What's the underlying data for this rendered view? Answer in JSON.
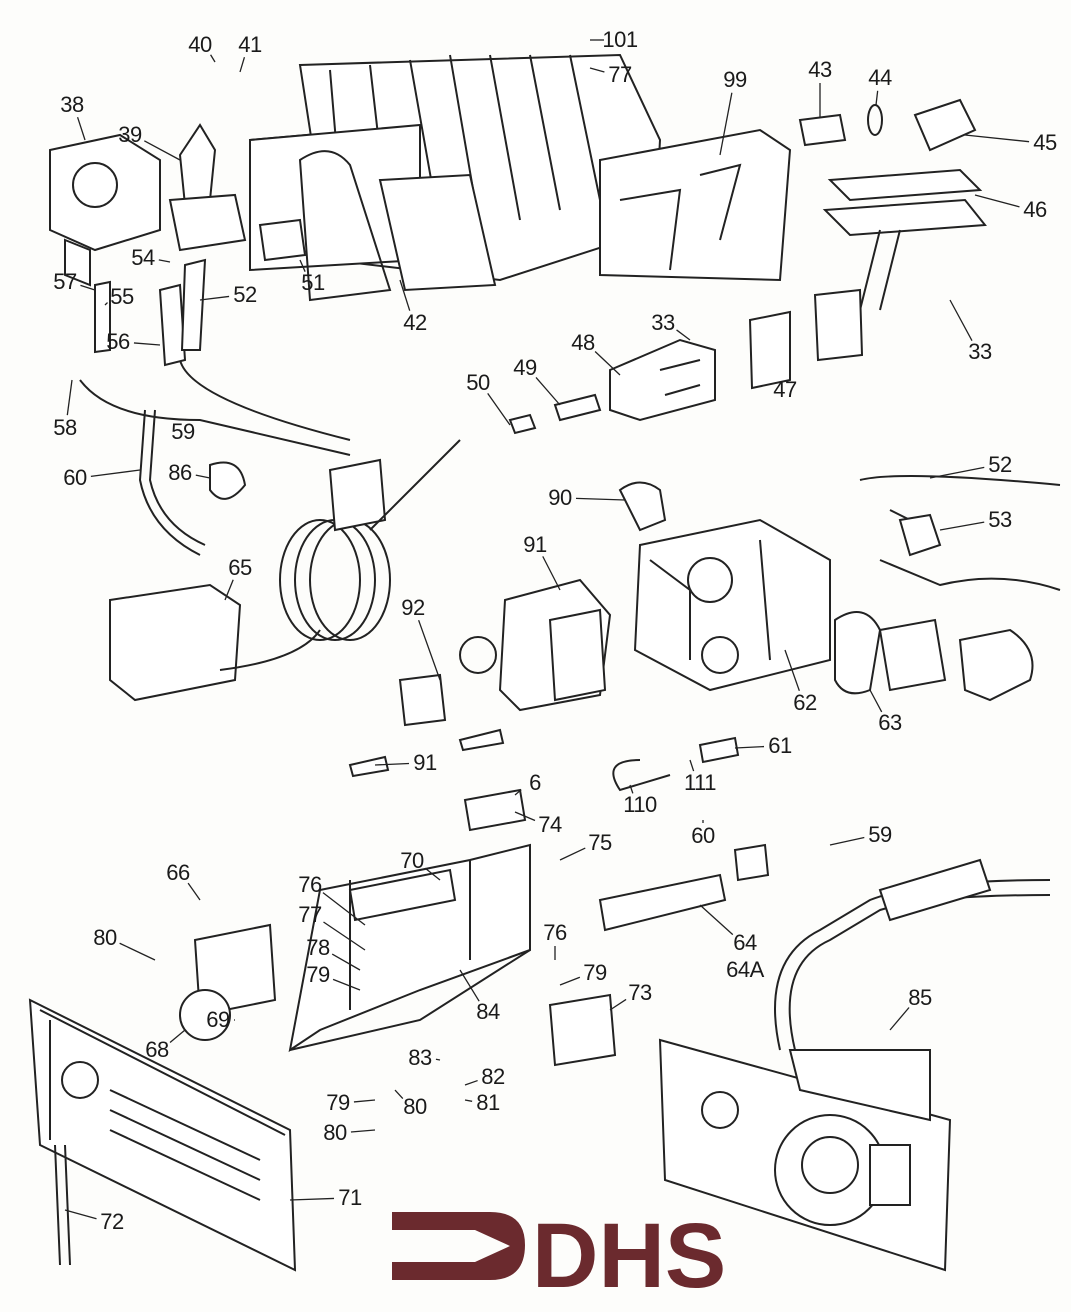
{
  "diagram": {
    "callouts": [
      "40",
      "41",
      "38",
      "39",
      "101",
      "77",
      "99",
      "43",
      "44",
      "45",
      "46",
      "54",
      "52",
      "57",
      "55",
      "51",
      "42",
      "56",
      "33",
      "33",
      "48",
      "49",
      "50",
      "47",
      "58",
      "59",
      "60",
      "86",
      "90",
      "52",
      "53",
      "91",
      "65",
      "92",
      "62",
      "63",
      "91",
      "61",
      "6",
      "111",
      "110",
      "74",
      "60",
      "75",
      "59",
      "70",
      "66",
      "76",
      "77",
      "64",
      "64A",
      "76",
      "80",
      "78",
      "79",
      "79",
      "73",
      "85",
      "84",
      "69",
      "68",
      "83",
      "82",
      "81",
      "79",
      "80",
      "80",
      "71",
      "72"
    ]
  },
  "logo": {
    "text": "DHS",
    "color": "#6b2a2e"
  },
  "colors": {
    "line": "#222222",
    "background": "#fdfdfb"
  }
}
